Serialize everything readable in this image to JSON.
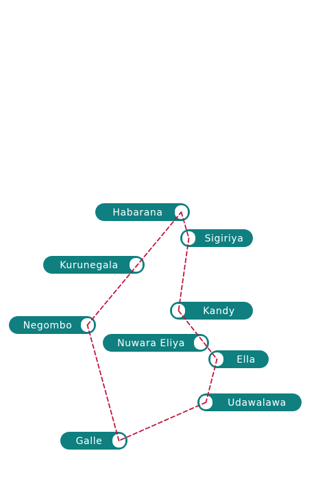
{
  "map": {
    "theme": {
      "pill_color": "#0f7f80",
      "route_color": "#c0143c",
      "marker_fill": "#ffffff"
    },
    "places": [
      {
        "id": "habarana",
        "name": "Habarana"
      },
      {
        "id": "sigiriya",
        "name": "Sigiriya"
      },
      {
        "id": "kurunegala",
        "name": "Kurunegala"
      },
      {
        "id": "kandy",
        "name": "Kandy"
      },
      {
        "id": "negombo",
        "name": "Negombo"
      },
      {
        "id": "nuwara-eliya",
        "name": "Nuwara Eliya"
      },
      {
        "id": "ella",
        "name": "Ella"
      },
      {
        "id": "udawalawa",
        "name": "Udawalawa"
      },
      {
        "id": "galle",
        "name": "Galle"
      }
    ],
    "route": [
      "negombo",
      "habarana",
      "sigiriya",
      "kandy",
      "ella",
      "udawalawa",
      "galle",
      "negombo"
    ]
  }
}
